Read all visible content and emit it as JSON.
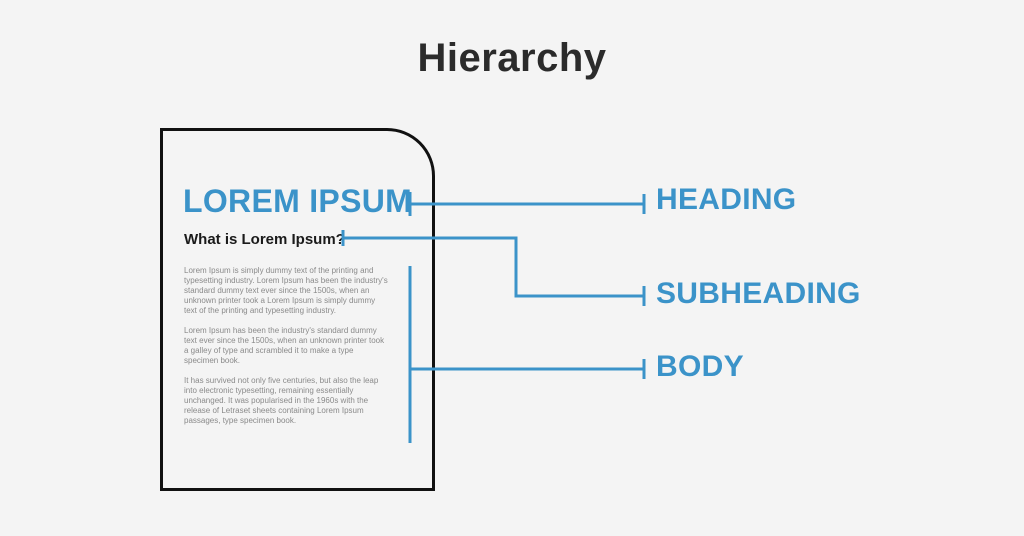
{
  "title": "Hierarchy",
  "document": {
    "heading": "LOREM IPSUM",
    "subheading": "What is Lorem Ipsum?",
    "paragraphs": [
      "Lorem Ipsum is simply dummy text of the printing and typesetting industry. Lorem Ipsum has been the industry's standard dummy text ever since the 1500s, when an unknown printer took a Lorem Ipsum is simply dummy text of the printing and typesetting industry.",
      "Lorem Ipsum has been the industry's standard dummy text ever since the 1500s, when an unknown printer took a galley of type and scrambled it to make a type specimen book.",
      "It has survived not only five centuries, but also the leap into electronic typesetting, remaining essentially unchanged. It was popularised in the 1960s with the release of Letraset sheets containing Lorem Ipsum passages, type specimen book."
    ]
  },
  "labels": {
    "heading": "HEADING",
    "subheading": "SUBHEADING",
    "body": "BODY"
  },
  "colors": {
    "accent": "#3b93c9",
    "background": "#f4f4f4",
    "outline": "#111111",
    "title": "#2b2b2b",
    "body_text": "#8a8a8a"
  }
}
